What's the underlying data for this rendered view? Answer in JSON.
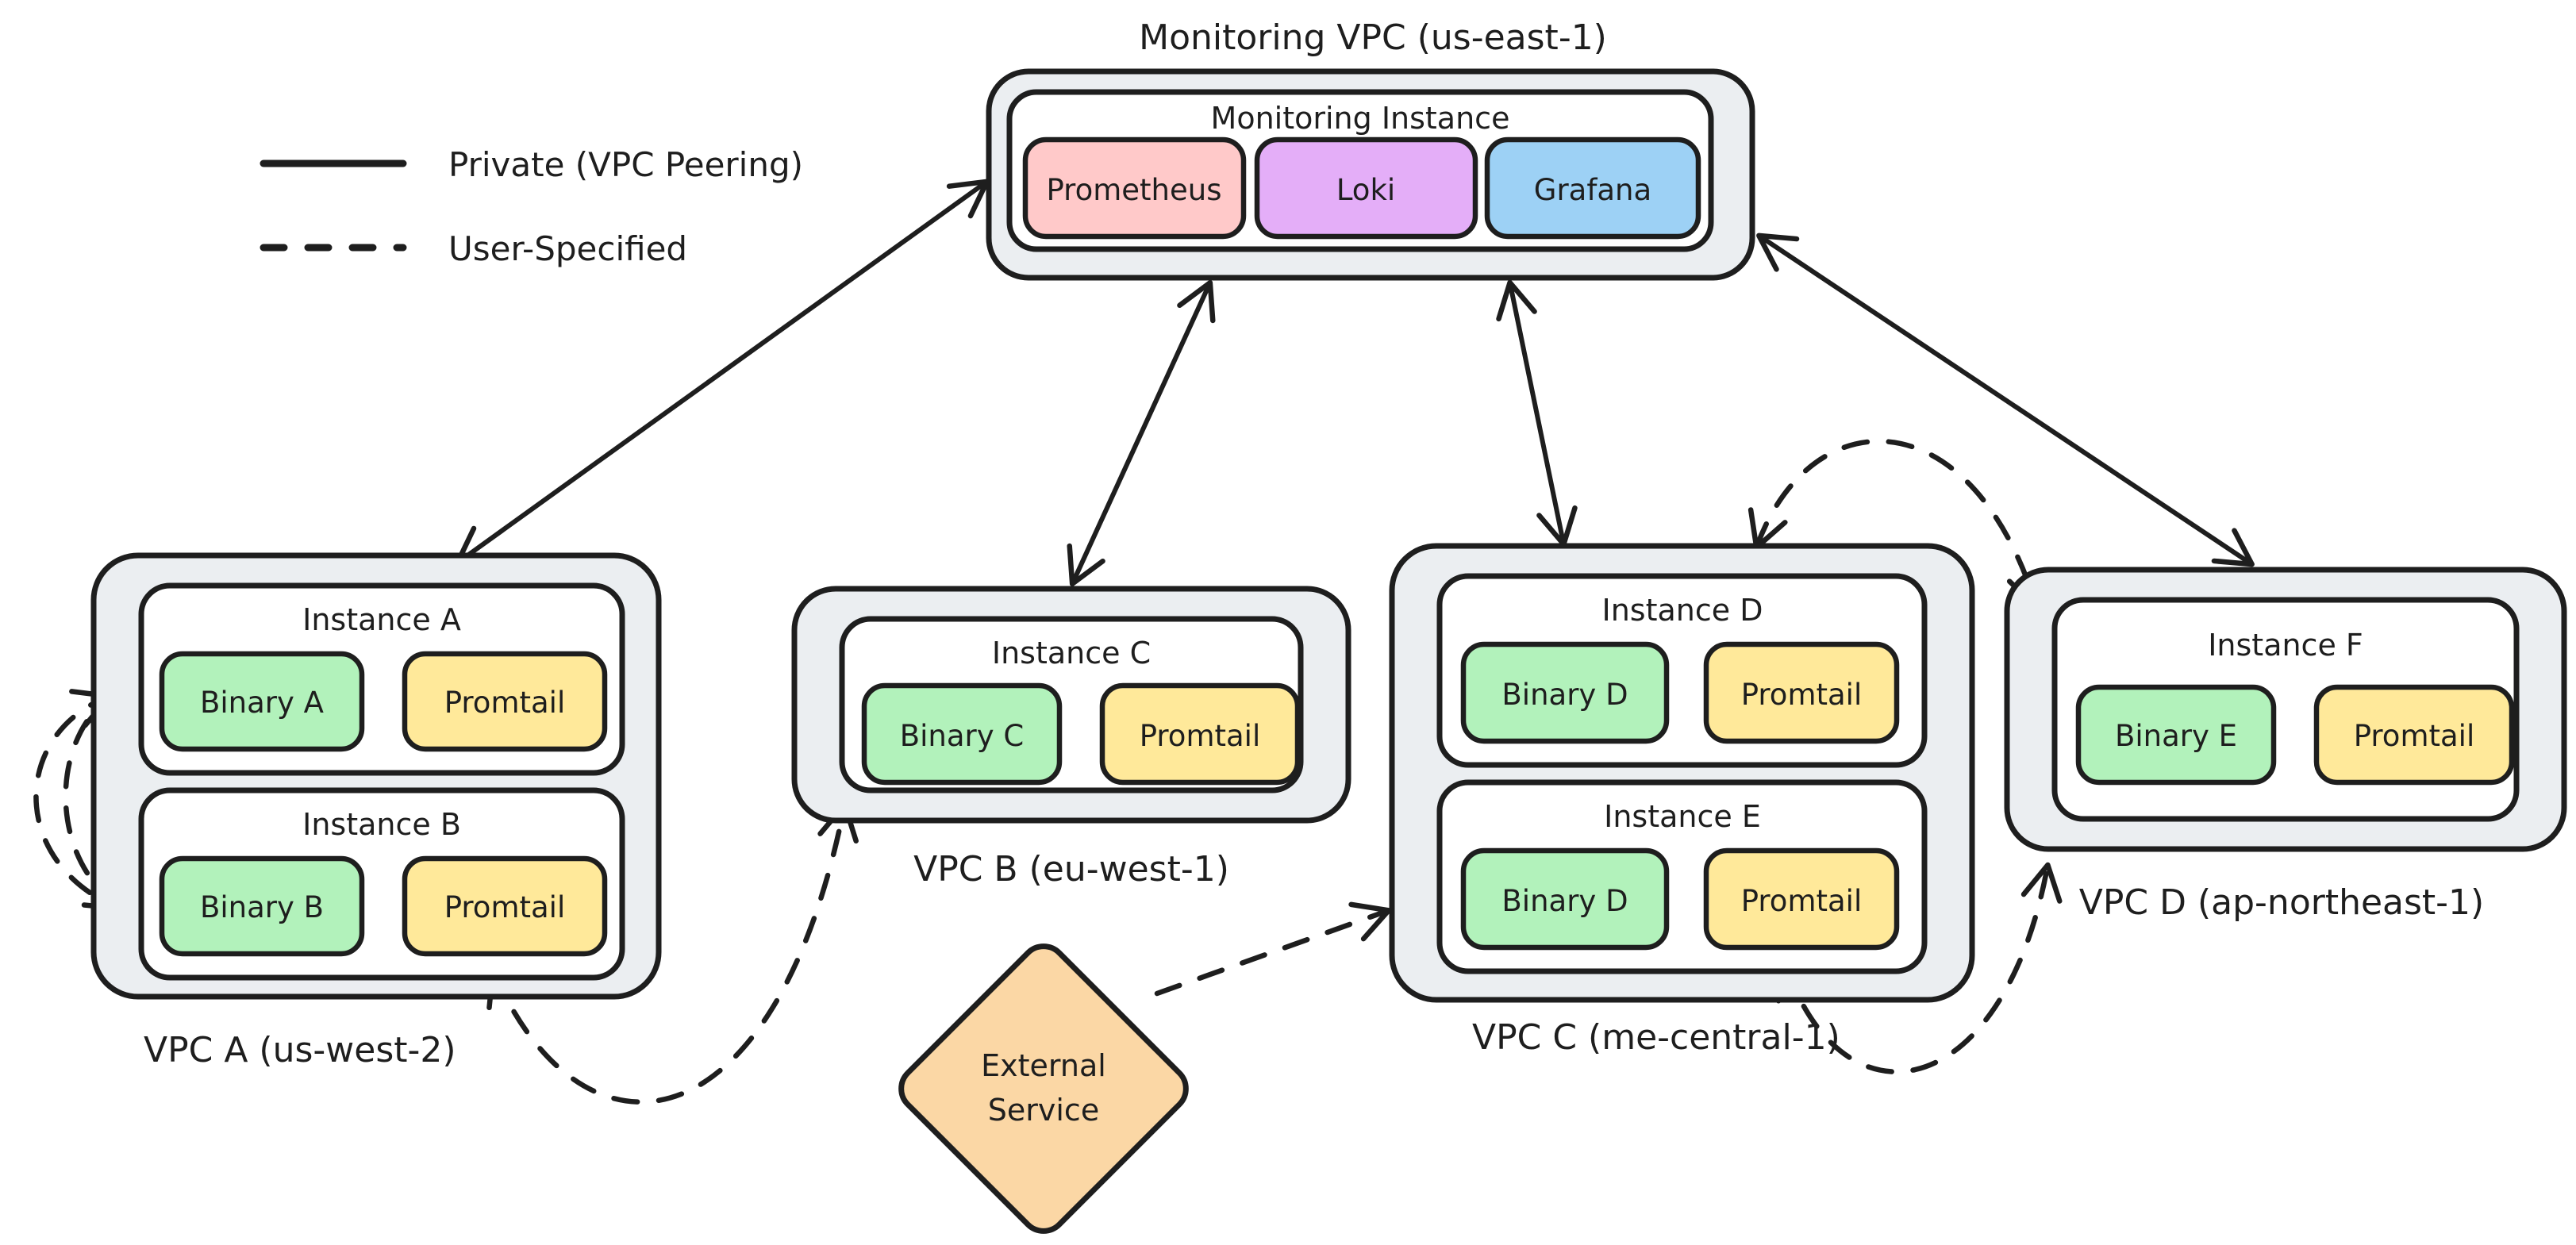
{
  "title": "Monitoring VPC (us-east-1)",
  "legend": {
    "private_label": "Private (VPC Peering)",
    "user_specified_label": "User-Specified"
  },
  "monitoring": {
    "instance_label": "Monitoring Instance",
    "services": [
      {
        "name": "Prometheus",
        "color": "#ffc9c9"
      },
      {
        "name": "Loki",
        "color": "#e4aef8"
      },
      {
        "name": "Grafana",
        "color": "#9dd1f5"
      }
    ]
  },
  "vpcs": [
    {
      "label": "VPC A (us-west-2)",
      "instances": [
        {
          "name": "Instance A",
          "binary": "Binary A",
          "agent": "Promtail"
        },
        {
          "name": "Instance B",
          "binary": "Binary B",
          "agent": "Promtail"
        }
      ]
    },
    {
      "label": "VPC B (eu-west-1)",
      "instances": [
        {
          "name": "Instance C",
          "binary": "Binary C",
          "agent": "Promtail"
        }
      ]
    },
    {
      "label": "VPC C (me-central-1)",
      "instances": [
        {
          "name": "Instance D",
          "binary": "Binary D",
          "agent": "Promtail"
        },
        {
          "name": "Instance E",
          "binary": "Binary D",
          "agent": "Promtail"
        }
      ]
    },
    {
      "label": "VPC D (ap-northeast-1)",
      "instances": [
        {
          "name": "Instance F",
          "binary": "Binary E",
          "agent": "Promtail"
        }
      ]
    }
  ],
  "external_service": {
    "line1": "External",
    "line2": "Service",
    "color": "#fbd7a5"
  },
  "colors": {
    "background": "#ffffff",
    "stroke": "#1e1e1e",
    "vpc_fill": "#ebeef1",
    "instance_fill": "#ffffff",
    "binary_fill": "#b2f2bb",
    "promtail_fill": "#ffe99a"
  },
  "edges": {
    "private_peering": [
      "Monitoring Instance <-> VPC A",
      "Monitoring Instance <-> VPC B",
      "Monitoring Instance <-> VPC C",
      "Monitoring Instance <-> VPC D"
    ],
    "user_specified": [
      "Instance A <-> Instance B",
      "Instance B <-> Instance C",
      "External Service -> Instance E",
      "Instance D <-> Instance F",
      "Instance E <-> Instance F"
    ]
  }
}
